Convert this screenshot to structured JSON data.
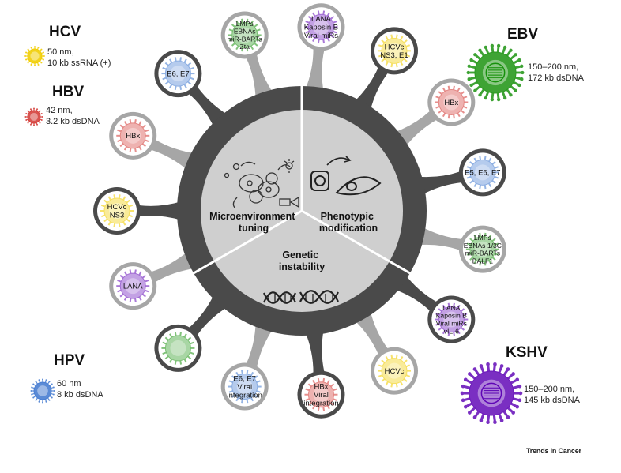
{
  "viruses": {
    "hcv": {
      "name": "HCV",
      "info": [
        "50 nm,",
        "10 kb ssRNA (+)"
      ],
      "color": "#f2d21c"
    },
    "hbv": {
      "name": "HBV",
      "info": [
        "42 nm,",
        "3.2 kb dsDNA"
      ],
      "color": "#d9534f"
    },
    "hpv": {
      "name": "HPV",
      "info": [
        "60 nm",
        "8 kb dsDNA"
      ],
      "color": "#5b8bd6"
    },
    "ebv": {
      "name": "EBV",
      "info": [
        "150–200 nm,",
        "172 kb dsDNA"
      ],
      "color": "#3ea334"
    },
    "kshv": {
      "name": "KSHV",
      "info": [
        "150–200 nm,",
        "145 kb dsDNA"
      ],
      "color": "#7a2fc2"
    }
  },
  "hallmarks": {
    "microenvironment": [
      "Microenvironment",
      "tuning"
    ],
    "phenotypic": [
      "Phenotypic",
      "modification"
    ],
    "genetic": [
      "Genetic",
      "instability"
    ]
  },
  "petals": [
    {
      "virus": "kshv",
      "lines": [
        "LANA",
        "Kaposin B",
        "Viral miRs"
      ]
    },
    {
      "virus": "hcv",
      "lines": [
        "HCVc",
        "NS3, E1"
      ]
    },
    {
      "virus": "hbv",
      "lines": [
        "HBx"
      ]
    },
    {
      "virus": "hpv",
      "lines": [
        "E5, E6, E7"
      ]
    },
    {
      "virus": "ebv",
      "lines": [
        "LMPs",
        "EBNAs 1/3C",
        "miR-BARTs",
        "BALF1"
      ]
    },
    {
      "virus": "kshv",
      "lines": [
        "LANA",
        "Kaposin B",
        "Viral miRs",
        "vIL-6"
      ]
    },
    {
      "virus": "hcv",
      "lines": [
        "HCVc"
      ]
    },
    {
      "virus": "hbv",
      "lines": [
        "HBx",
        "Viral",
        "integration"
      ]
    },
    {
      "virus": "hpv",
      "lines": [
        "E6, E7",
        "Viral",
        "integration"
      ]
    },
    {
      "virus": "ebv",
      "lines": []
    },
    {
      "virus": "kshv",
      "lines": [
        "LANA"
      ]
    },
    {
      "virus": "hcv",
      "lines": [
        "HCVc",
        "NS3"
      ]
    },
    {
      "virus": "hbv",
      "lines": [
        "HBx"
      ]
    },
    {
      "virus": "hpv",
      "lines": [
        "E6, E7"
      ]
    },
    {
      "virus": "ebv",
      "lines": [
        "LMPs",
        "EBNAs",
        "miR-BARTs",
        "Zta"
      ]
    }
  ],
  "brand": "Trends in Cancer",
  "colors": {
    "hub_dark": "#4a4a4a",
    "arm_light": "#a6a6a6",
    "inner_disc": "#cfcfcf"
  }
}
